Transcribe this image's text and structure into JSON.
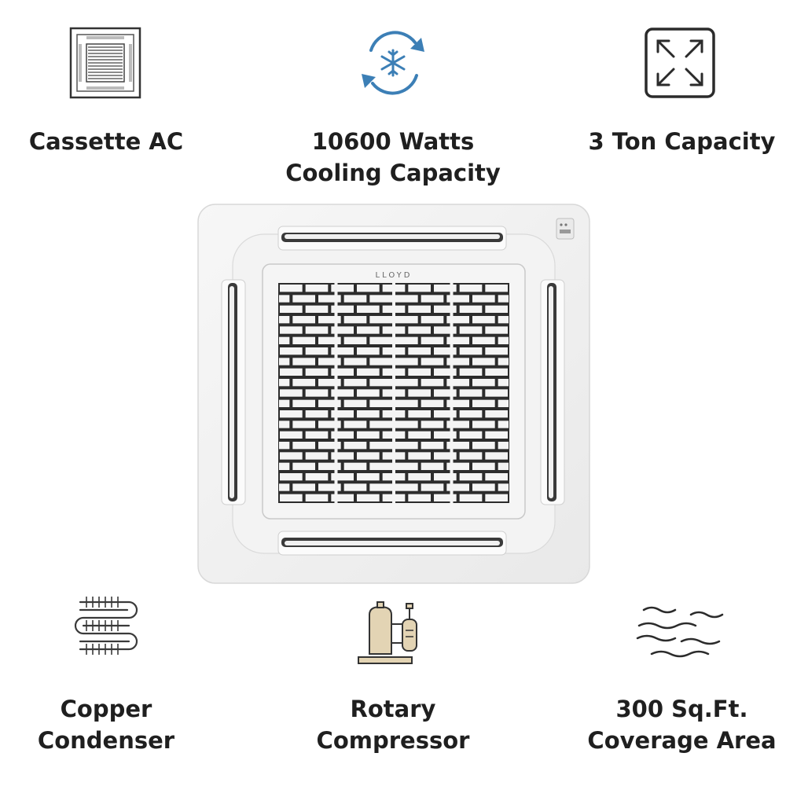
{
  "features": {
    "cassette": {
      "icon": "ceiling-cassette-icon",
      "line1": "Cassette AC",
      "line2": ""
    },
    "cooling": {
      "icon": "snowflake-cycle-icon",
      "line1": "10600 Watts",
      "line2": "Cooling Capacity"
    },
    "tonnage": {
      "icon": "expand-arrows-icon",
      "line1": "3 Ton Capacity",
      "line2": ""
    },
    "condenser": {
      "icon": "copper-coil-icon",
      "line1": "Copper",
      "line2": "Condenser"
    },
    "compressor": {
      "icon": "rotary-compressor-icon",
      "line1": "Rotary",
      "line2": "Compressor"
    },
    "coverage": {
      "icon": "air-waves-icon",
      "line1": "300 Sq.Ft.",
      "line2": "Coverage Area"
    }
  },
  "product": {
    "brand": "LLOYD"
  },
  "colors": {
    "text": "#1f1f1f",
    "icon_dark": "#333333",
    "icon_blue": "#3c7fb6",
    "compressor_fill": "#e3d4b4",
    "panel": "#f2f2f2"
  }
}
